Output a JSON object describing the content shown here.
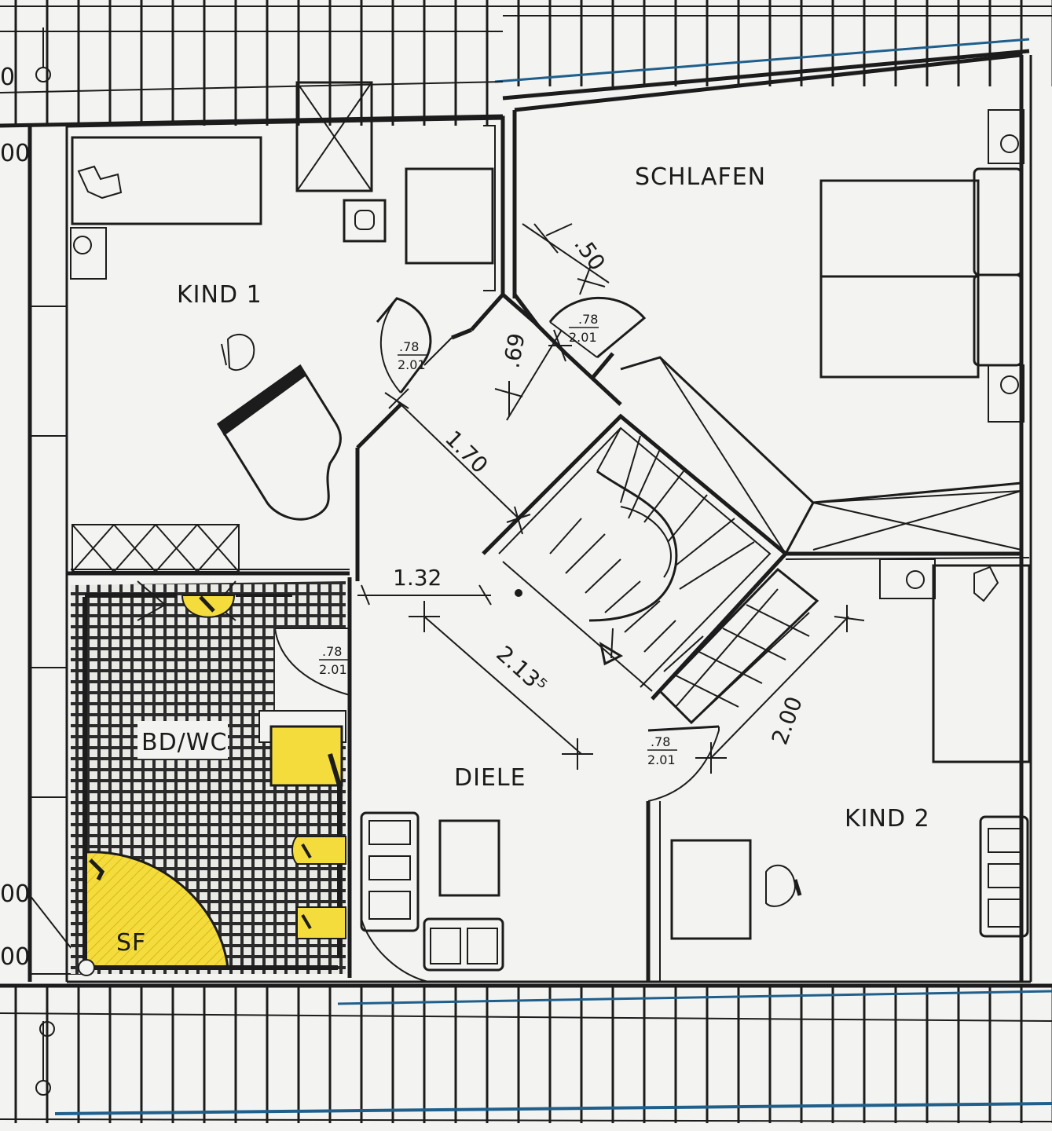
{
  "rooms": {
    "kind1": "KIND 1",
    "schlafen": "SCHLAFEN",
    "bd_wc": "BD/WC",
    "diele": "DIELE",
    "kind2": "KIND 2",
    "sf": "SF"
  },
  "dimensions": {
    "d050": ".50",
    "d069": ".69",
    "d170": "1.70",
    "d132": "1.32",
    "d2135": "2.13⁵",
    "d200": "2.00"
  },
  "doors": {
    "width": ".78",
    "height": "2.01"
  },
  "edge": {
    "top_left": "0",
    "left_upper": "00",
    "left_mid": "00",
    "left_low": "00"
  },
  "colors": {
    "line": "#1c1c1c",
    "paper": "#f3f3f1",
    "fixture_yellow": "#f4dc3c",
    "drain_blue": "#1f5f8c",
    "tile": "#2a2a2a"
  }
}
